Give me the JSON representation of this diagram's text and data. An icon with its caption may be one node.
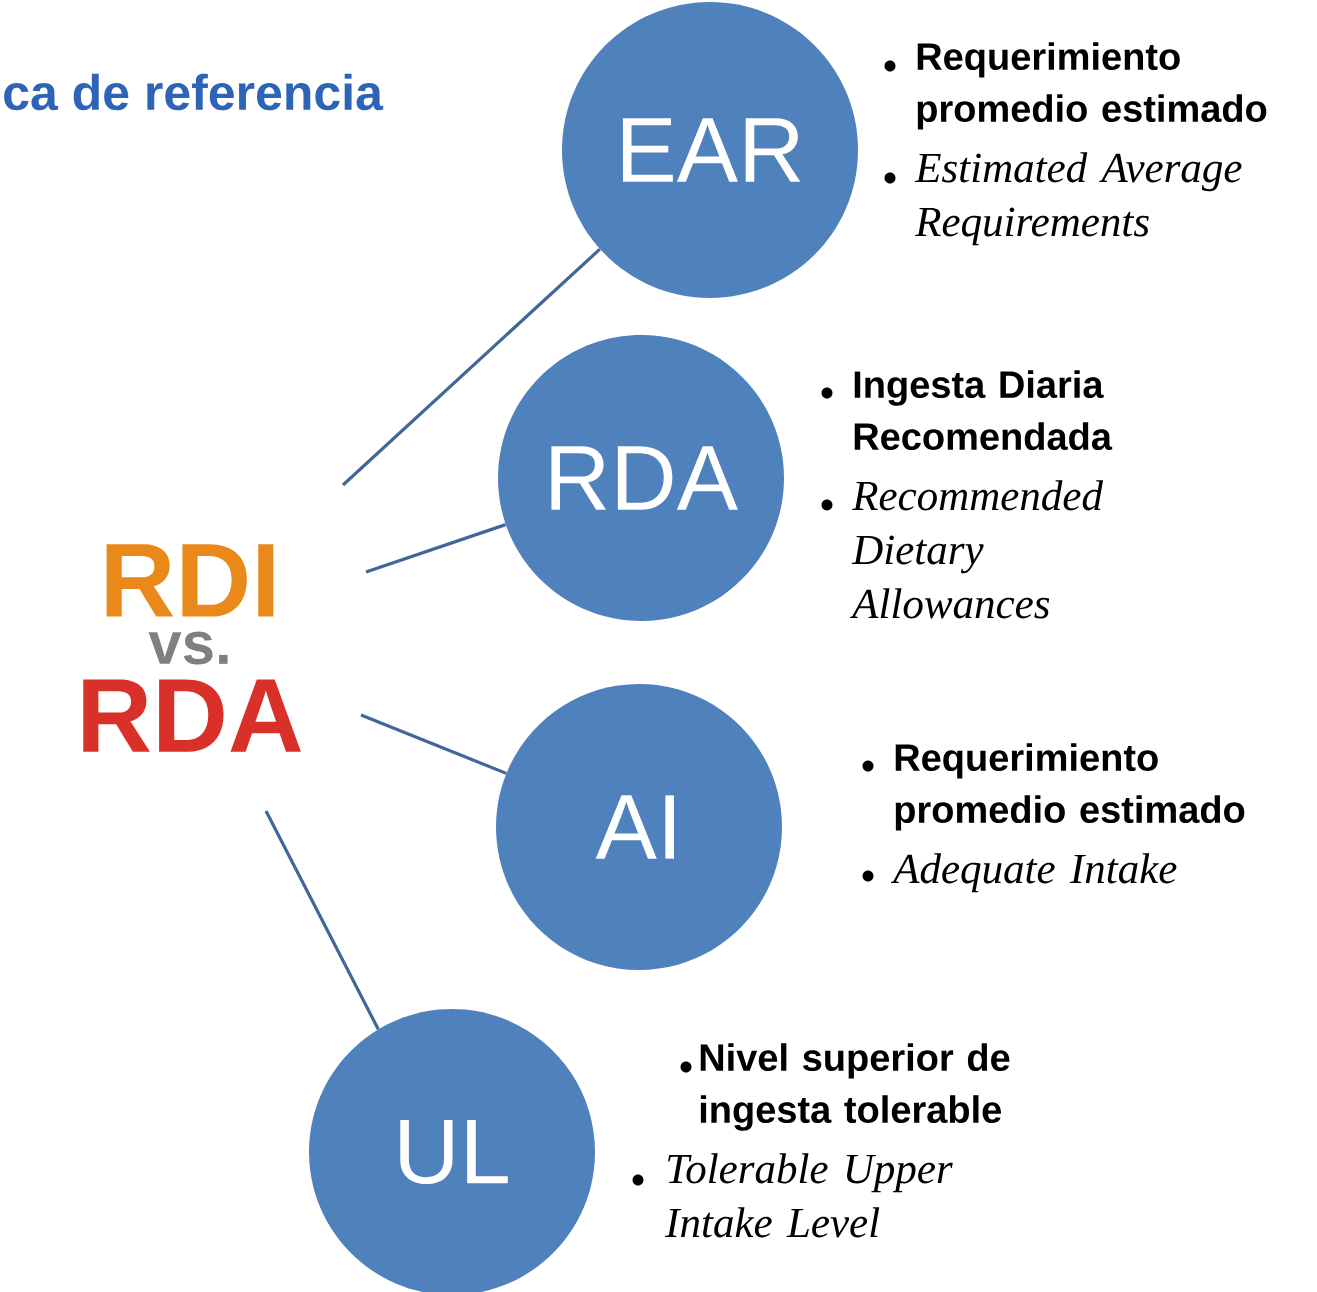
{
  "diagram": {
    "title": "ca de referencia",
    "nodes": [
      {
        "text": [
          "RDI",
          "vs.",
          "RDA"
        ]
      },
      {
        "text": [
          "EAR"
        ],
        "beside": [
          "Requerimiento promedio estimado",
          "Estimated Average Requirements"
        ]
      },
      {
        "text": [
          "RDA"
        ],
        "beside": [
          "Ingesta Diaria Recomendada",
          "Recommended Dietary Allowances"
        ]
      },
      {
        "text": [
          "AI"
        ],
        "beside": [
          "Requerimiento promedio estimado",
          "Adequate Intake"
        ]
      },
      {
        "text": [
          "UL"
        ],
        "beside": [
          "Nivel superior de ingesta tolerable",
          "Tolerable Upper Intake Level"
        ]
      }
    ],
    "edges": [
      {
        "from": 0,
        "to": 1,
        "arrow": "none"
      },
      {
        "from": 0,
        "to": 2,
        "arrow": "none"
      },
      {
        "from": 0,
        "to": 3,
        "arrow": "none"
      },
      {
        "from": 0,
        "to": 4,
        "arrow": "none"
      }
    ]
  }
}
